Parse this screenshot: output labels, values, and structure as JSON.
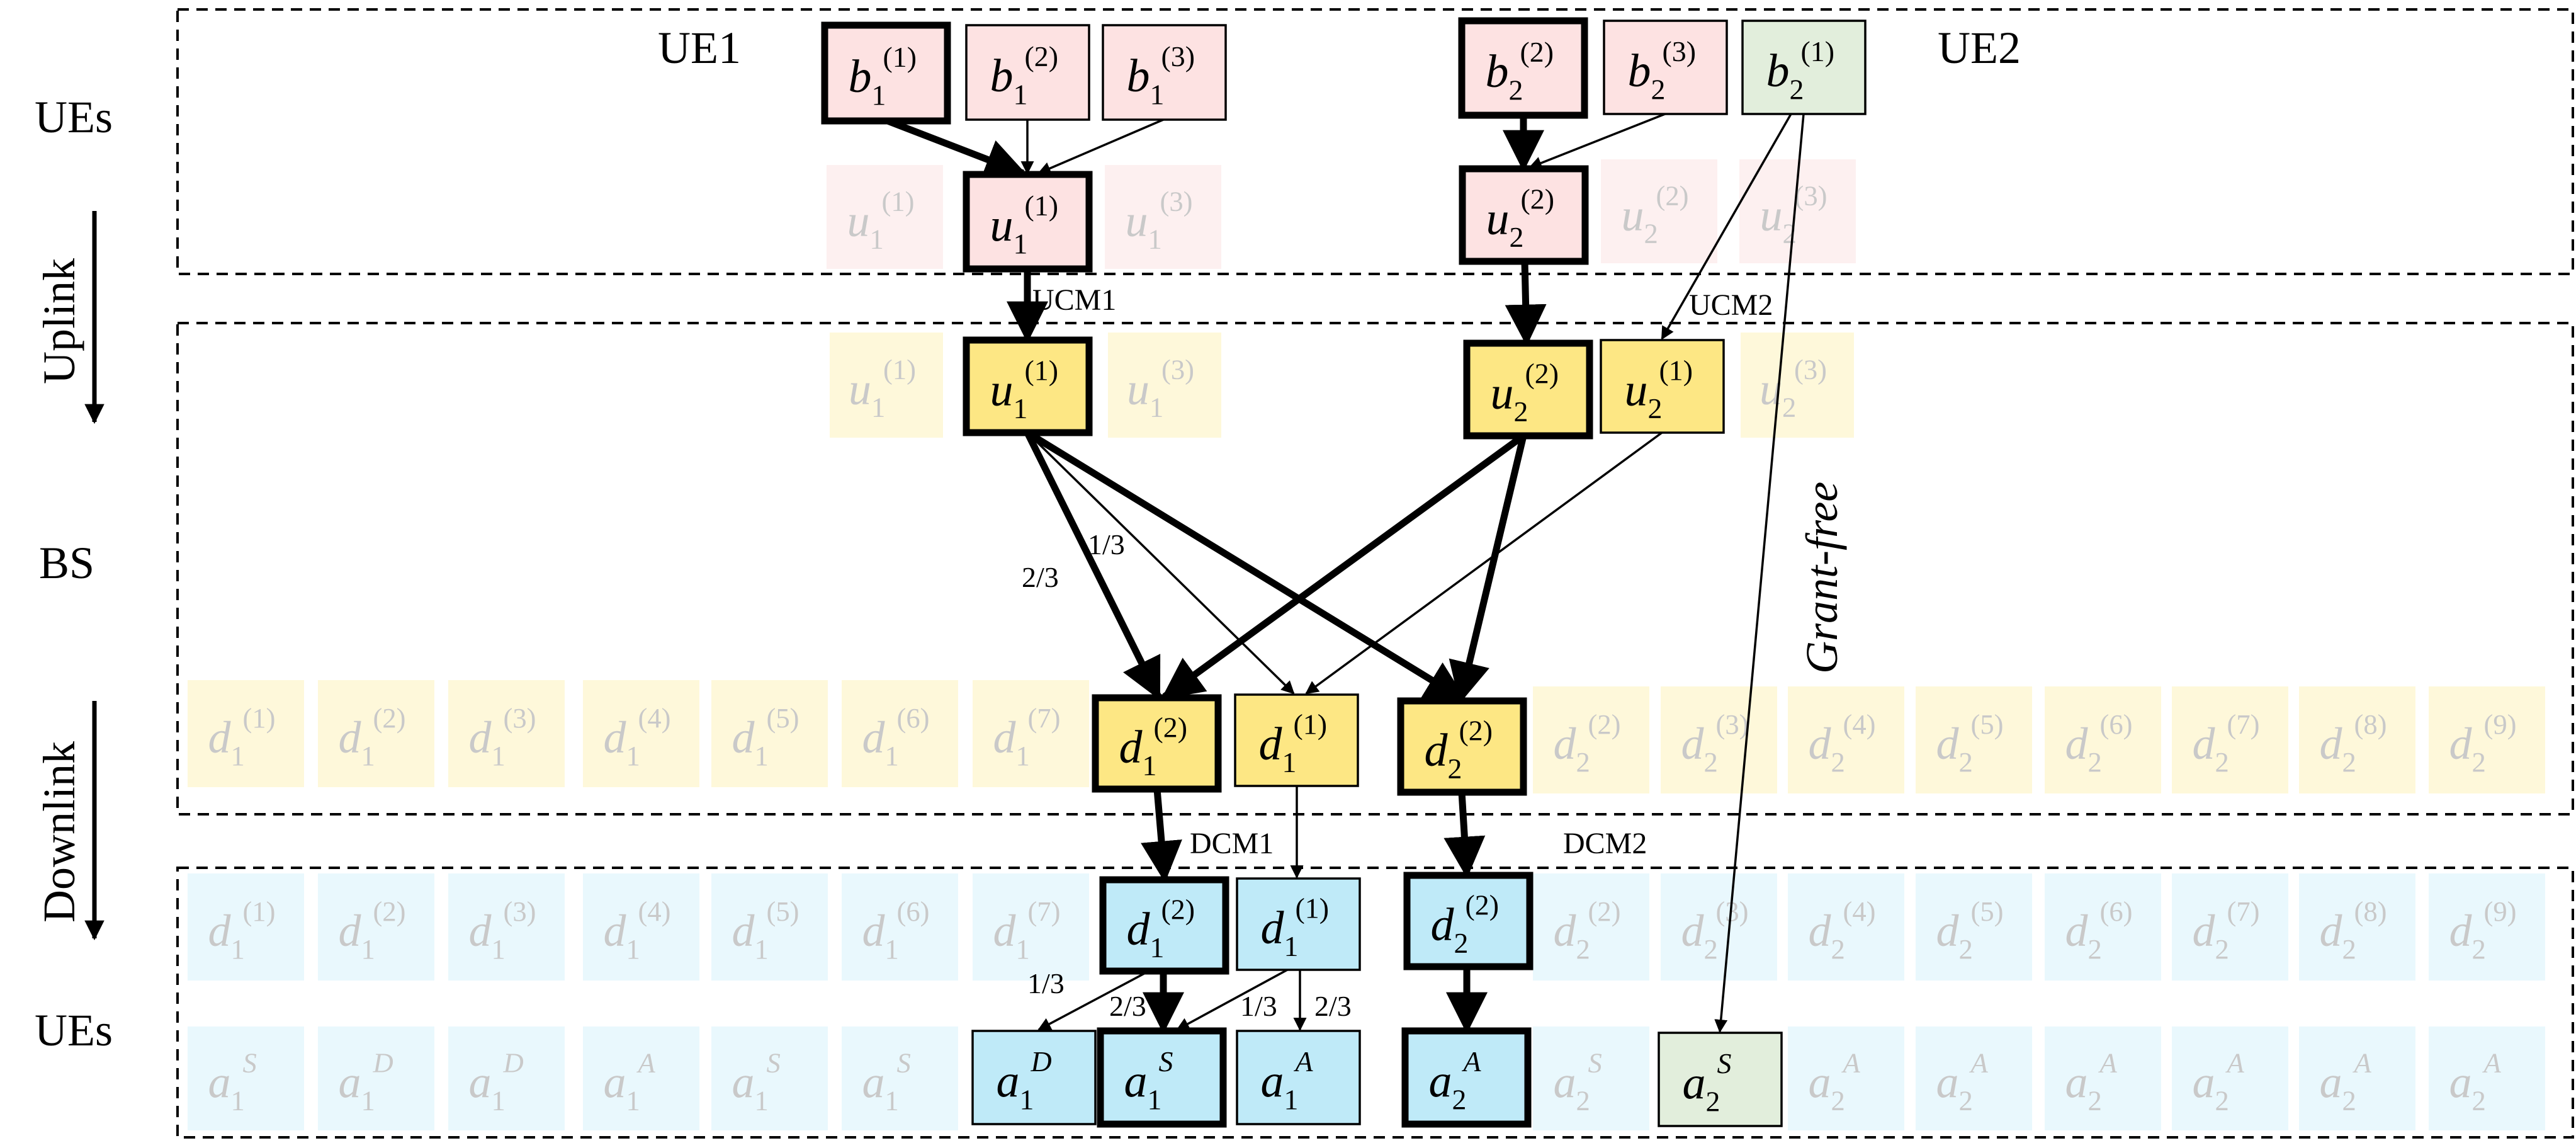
{
  "labels": {
    "ue1": "UE1",
    "ue2": "UE2",
    "ues_top": "UEs",
    "uplink": "Uplink",
    "bs": "BS",
    "downlink": "Downlink",
    "ues_bottom": "UEs",
    "ucm1": "UCM1",
    "ucm2": "UCM2",
    "dcm1": "DCM1",
    "dcm2": "DCM2",
    "grant_free": "Grant-free"
  },
  "colors": {
    "ue_pink": "#fde2e2",
    "ue_green": "#e2eedc",
    "bs_yellow": "#fde784",
    "dl_cyan": "#bfeaf8",
    "faded_pink": "#fdf0f0",
    "faded_yellow": "#fef8da",
    "faded_cyan": "#e9f8fd",
    "faded_text": "#c9c9c9"
  },
  "nodes": {
    "b1_1": {
      "base": "b",
      "sub": "1",
      "sup": "(1)"
    },
    "b1_2": {
      "base": "b",
      "sub": "1",
      "sup": "(2)"
    },
    "b1_3": {
      "base": "b",
      "sub": "1",
      "sup": "(3)"
    },
    "b2_2": {
      "base": "b",
      "sub": "2",
      "sup": "(2)"
    },
    "b2_3": {
      "base": "b",
      "sub": "2",
      "sup": "(3)"
    },
    "b2_1": {
      "base": "b",
      "sub": "2",
      "sup": "(1)"
    },
    "u1_1_ue": {
      "base": "u",
      "sub": "1",
      "sup": "(1)"
    },
    "u2_2_ue": {
      "base": "u",
      "sub": "2",
      "sup": "(2)"
    },
    "u1_1_bs": {
      "base": "u",
      "sub": "1",
      "sup": "(1)"
    },
    "u2_2_bs": {
      "base": "u",
      "sub": "2",
      "sup": "(2)"
    },
    "u2_1_bs": {
      "base": "u",
      "sub": "2",
      "sup": "(1)"
    },
    "d1_2_bs": {
      "base": "d",
      "sub": "1",
      "sup": "(2)"
    },
    "d1_1_bs": {
      "base": "d",
      "sub": "1",
      "sup": "(1)"
    },
    "d2_2_bs": {
      "base": "d",
      "sub": "2",
      "sup": "(2)"
    },
    "d1_2_dl": {
      "base": "d",
      "sub": "1",
      "sup": "(2)"
    },
    "d1_1_dl": {
      "base": "d",
      "sub": "1",
      "sup": "(1)"
    },
    "d2_2_dl": {
      "base": "d",
      "sub": "2",
      "sup": "(2)"
    },
    "a1_D": {
      "base": "a",
      "sub": "1",
      "sup": "D"
    },
    "a1_S": {
      "base": "a",
      "sub": "1",
      "sup": "S"
    },
    "a1_A": {
      "base": "a",
      "sub": "1",
      "sup": "A"
    },
    "a2_A": {
      "base": "a",
      "sub": "2",
      "sup": "A"
    },
    "a2_S": {
      "base": "a",
      "sub": "2",
      "sup": "S"
    }
  },
  "faded": {
    "ue_u_left": [
      {
        "sub": "1",
        "sup": "(1)"
      },
      {
        "sub": "1",
        "sup": "(3)"
      }
    ],
    "ue_u_right": [
      {
        "sub": "2",
        "sup": "(2)"
      },
      {
        "sub": "2",
        "sup": "(3)"
      }
    ],
    "bs_u_left": [
      {
        "sub": "1",
        "sup": "(1)"
      },
      {
        "sub": "1",
        "sup": "(3)"
      }
    ],
    "bs_u_right": [
      {
        "sub": "2",
        "sup": "(3)"
      }
    ],
    "d_left": [
      {
        "sub": "1",
        "sup": "(1)"
      },
      {
        "sub": "1",
        "sup": "(2)"
      },
      {
        "sub": "1",
        "sup": "(3)"
      },
      {
        "sub": "1",
        "sup": "(4)"
      },
      {
        "sub": "1",
        "sup": "(5)"
      },
      {
        "sub": "1",
        "sup": "(6)"
      },
      {
        "sub": "1",
        "sup": "(7)"
      }
    ],
    "d_right": [
      {
        "sub": "2",
        "sup": "(2)"
      },
      {
        "sub": "2",
        "sup": "(3)"
      },
      {
        "sub": "2",
        "sup": "(4)"
      },
      {
        "sub": "2",
        "sup": "(5)"
      },
      {
        "sub": "2",
        "sup": "(6)"
      },
      {
        "sub": "2",
        "sup": "(7)"
      },
      {
        "sub": "2",
        "sup": "(8)"
      },
      {
        "sub": "2",
        "sup": "(9)"
      }
    ],
    "a_left": [
      {
        "sub": "1",
        "sup": "S"
      },
      {
        "sub": "1",
        "sup": "D"
      },
      {
        "sub": "1",
        "sup": "D"
      },
      {
        "sub": "1",
        "sup": "A"
      },
      {
        "sub": "1",
        "sup": "S"
      },
      {
        "sub": "1",
        "sup": "S"
      }
    ],
    "a_right_1": [
      {
        "sub": "2",
        "sup": "S"
      }
    ],
    "a_right_2": [
      {
        "sub": "2",
        "sup": "A"
      },
      {
        "sub": "2",
        "sup": "A"
      },
      {
        "sub": "2",
        "sup": "A"
      },
      {
        "sub": "2",
        "sup": "A"
      },
      {
        "sub": "2",
        "sup": "A"
      },
      {
        "sub": "2",
        "sup": "A"
      }
    ]
  },
  "edge_labels": {
    "u1_to_d12": "2/3",
    "u1_to_d11": "1/3",
    "d12_to_a1D": "1/3",
    "d12_to_a1S": "2/3",
    "d11_to_a1S": "1/3",
    "d11_to_a1A": "2/3"
  }
}
